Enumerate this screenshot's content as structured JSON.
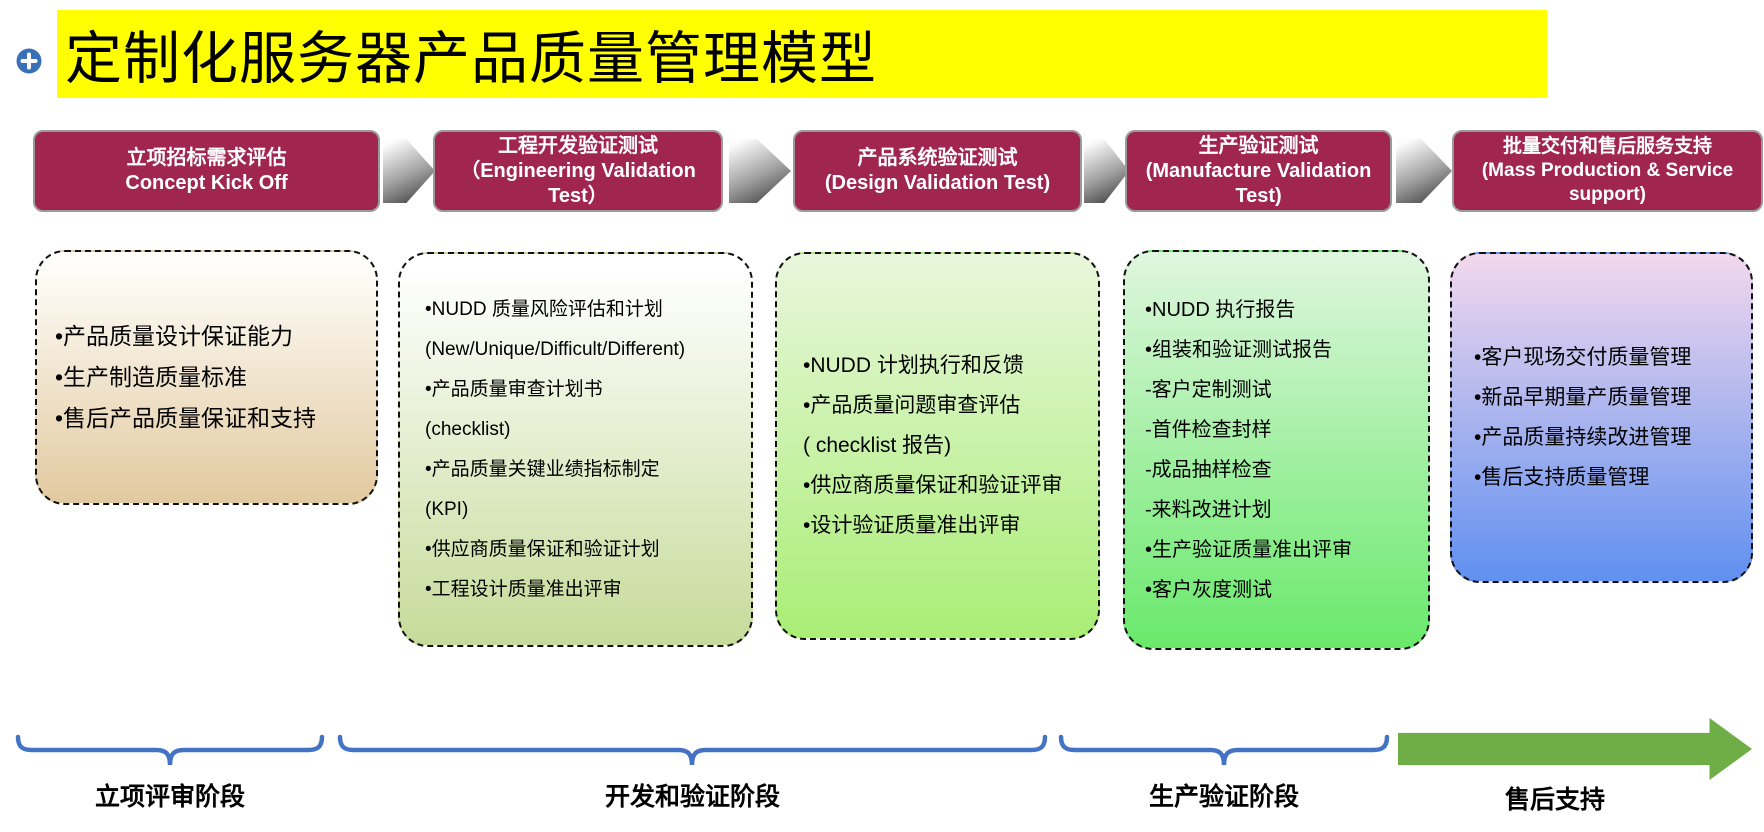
{
  "title": {
    "text": "定制化服务器产品质量管理模型"
  },
  "icons": {
    "title_bullet": "plus-icon",
    "header_connector": "chevron-right-icon",
    "timeline_arrow": "arrow-right-icon"
  },
  "colors": {
    "title_highlight": "#FFFF00",
    "title_text": "#000000",
    "plus_icon_blue": "#3A70B8",
    "phase_header_bg": "#A0264F",
    "phase_header_text": "#FFFFFF",
    "connector_gray": "#3D3D3D",
    "bracket_blue": "#4472C4",
    "timeline_arrow_green": "#6FAD47",
    "box_gradient_ends": [
      "#E2C99F",
      "#C6DB9A",
      "#A9EE75",
      "#69E96B",
      "#6090F0"
    ]
  },
  "phases": [
    {
      "header": {
        "line1": "立项招标需求评估",
        "line2": "Concept Kick Off"
      },
      "bullets": [
        "•产品质量设计保证能力",
        "•生产制造质量标准",
        "•售后产品质量保证和支持"
      ]
    },
    {
      "header": {
        "line1": "工程开发验证测试",
        "line2": "（Engineering Validation Test）"
      },
      "bullets": [
        "•NUDD 质量风险评估和计划",
        "(New/Unique/Difficult/Different)",
        "•产品质量审查计划书",
        "(checklist)",
        "•产品质量关键业绩指标制定",
        "(KPI)",
        "•供应商质量保证和验证计划",
        "•工程设计质量准出评审"
      ]
    },
    {
      "header": {
        "line1": "产品系统验证测试",
        "line2": "(Design Validation Test)"
      },
      "bullets": [
        "•NUDD 计划执行和反馈",
        "•产品质量问题审查评估",
        "( checklist 报告)",
        "•供应商质量保证和验证评审",
        "•设计验证质量准出评审"
      ]
    },
    {
      "header": {
        "line1": "生产验证测试",
        "line2": "(Manufacture Validation Test)"
      },
      "bullets": [
        "•NUDD 执行报告",
        "•组装和验证测试报告",
        "-客户定制测试",
        "-首件检查封样",
        "-成品抽样检查",
        "-来料改进计划",
        "•生产验证质量准出评审",
        "•客户灰度测试"
      ]
    },
    {
      "header": {
        "line1": "批量交付和售后服务支持",
        "line2": "(Mass Production & Service support)"
      },
      "bullets": [
        "•客户现场交付质量管理",
        "•新品早期量产质量管理",
        "•产品质量持续改进管理",
        "•售后支持质量管理"
      ]
    }
  ],
  "timeline": {
    "stages": [
      "立项评审阶段",
      "开发和验证阶段",
      "生产验证阶段",
      "售后支持"
    ]
  }
}
